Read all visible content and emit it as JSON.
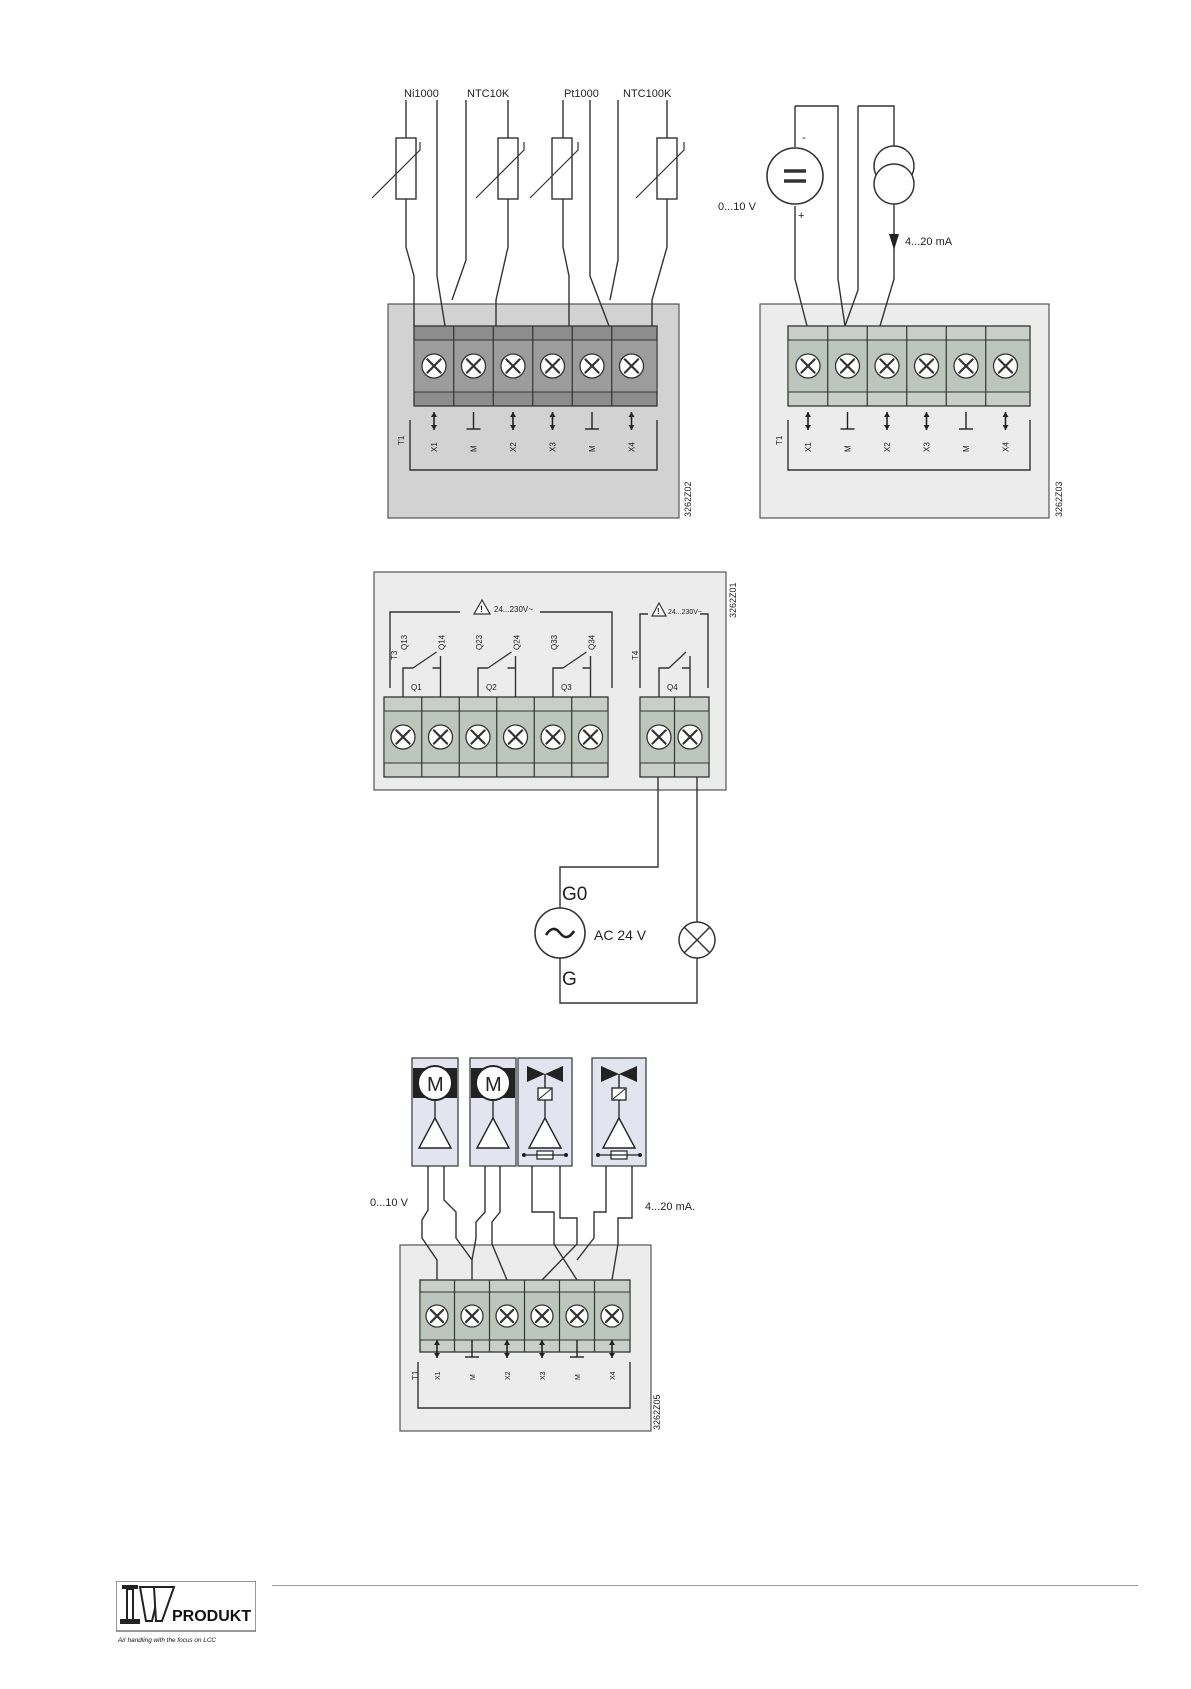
{
  "diagram1": {
    "sensors": [
      "Ni1000",
      "NTC10K",
      "Pt1000",
      "NTC100K"
    ],
    "group": "T1",
    "terminals": [
      "X1",
      "M",
      "X2",
      "X3",
      "M",
      "X4"
    ],
    "code": "3262Z02"
  },
  "diagram2": {
    "voltage_label": "0...10 V",
    "current_label": "4...20 mA",
    "minus": "-",
    "plus": "+",
    "group": "T1",
    "terminals": [
      "X1",
      "M",
      "X2",
      "X3",
      "M",
      "X4"
    ],
    "code": "3262Z03"
  },
  "diagram3": {
    "code": "3262Z01",
    "group_a": "T3",
    "group_b": "T4",
    "warning_a": "24...230V~",
    "warning_b": "24...230V~",
    "relay_terminals": [
      "Q13",
      "Q14",
      "Q23",
      "Q24",
      "Q33",
      "Q34"
    ],
    "relays": [
      "Q1",
      "Q2",
      "Q3",
      "Q4"
    ],
    "supply_top": "G0",
    "supply_bottom": "G",
    "supply_label": "AC 24 V"
  },
  "diagram4": {
    "voltage_label": "0...10 V",
    "current_label": "4...20 mA.",
    "motor": "M",
    "group": "T1",
    "terminals": [
      "X1",
      "M",
      "X2",
      "X3",
      "M",
      "X4"
    ],
    "code": "3262Z05"
  },
  "footer": {
    "brand": "PRODUKT",
    "tagline": "Air handling with the focus on LCC"
  }
}
